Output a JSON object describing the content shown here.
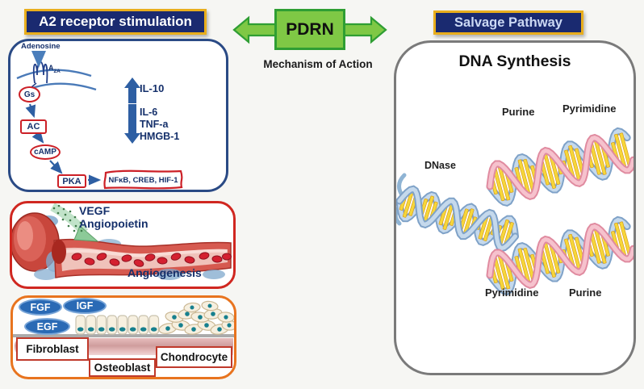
{
  "titles": {
    "left": "A2 receptor stimulation",
    "center": "PDRN",
    "center_sub": "Mechanism of Action",
    "right": "Salvage Pathway"
  },
  "receptor_panel": {
    "ligand": "Adenosine",
    "receptor": {
      "base": "A",
      "sub": "2A"
    },
    "cascade": [
      "Gs",
      "AC",
      "cAMP",
      "PKA"
    ],
    "effectors": "NFκB, CREB, HIF-1",
    "upregulated": [
      "IL-10"
    ],
    "downregulated": [
      "IL-6",
      "TNF-a",
      "HMGB-1"
    ]
  },
  "angiogenesis_panel": {
    "factors": [
      "VEGF",
      "Angiopoietin"
    ],
    "caption": "Angiogenesis"
  },
  "growth_panel": {
    "factors": [
      "FGF",
      "IGF",
      "EGF"
    ],
    "labels": [
      "Fibroblast",
      "Osteoblast",
      "Chondrocyte"
    ]
  },
  "dna_panel": {
    "heading": "DNA Synthesis",
    "enzyme": "DNase",
    "labels_top": [
      "Purine",
      "Pyrimidine"
    ],
    "labels_bottom": [
      "Pyrimidine",
      "Purine"
    ]
  },
  "colors": {
    "navy": "#1a2a70",
    "gold": "#e9ae1c",
    "ink-navy": "#15306b",
    "green": "#7fc845",
    "green-br": "#2f9e33",
    "red": "#cc2027",
    "orange": "#e8741f",
    "arrow-blue": "#2e5fa3",
    "panel-blue": "#2a4a85",
    "gray": "#7a7a7a"
  }
}
